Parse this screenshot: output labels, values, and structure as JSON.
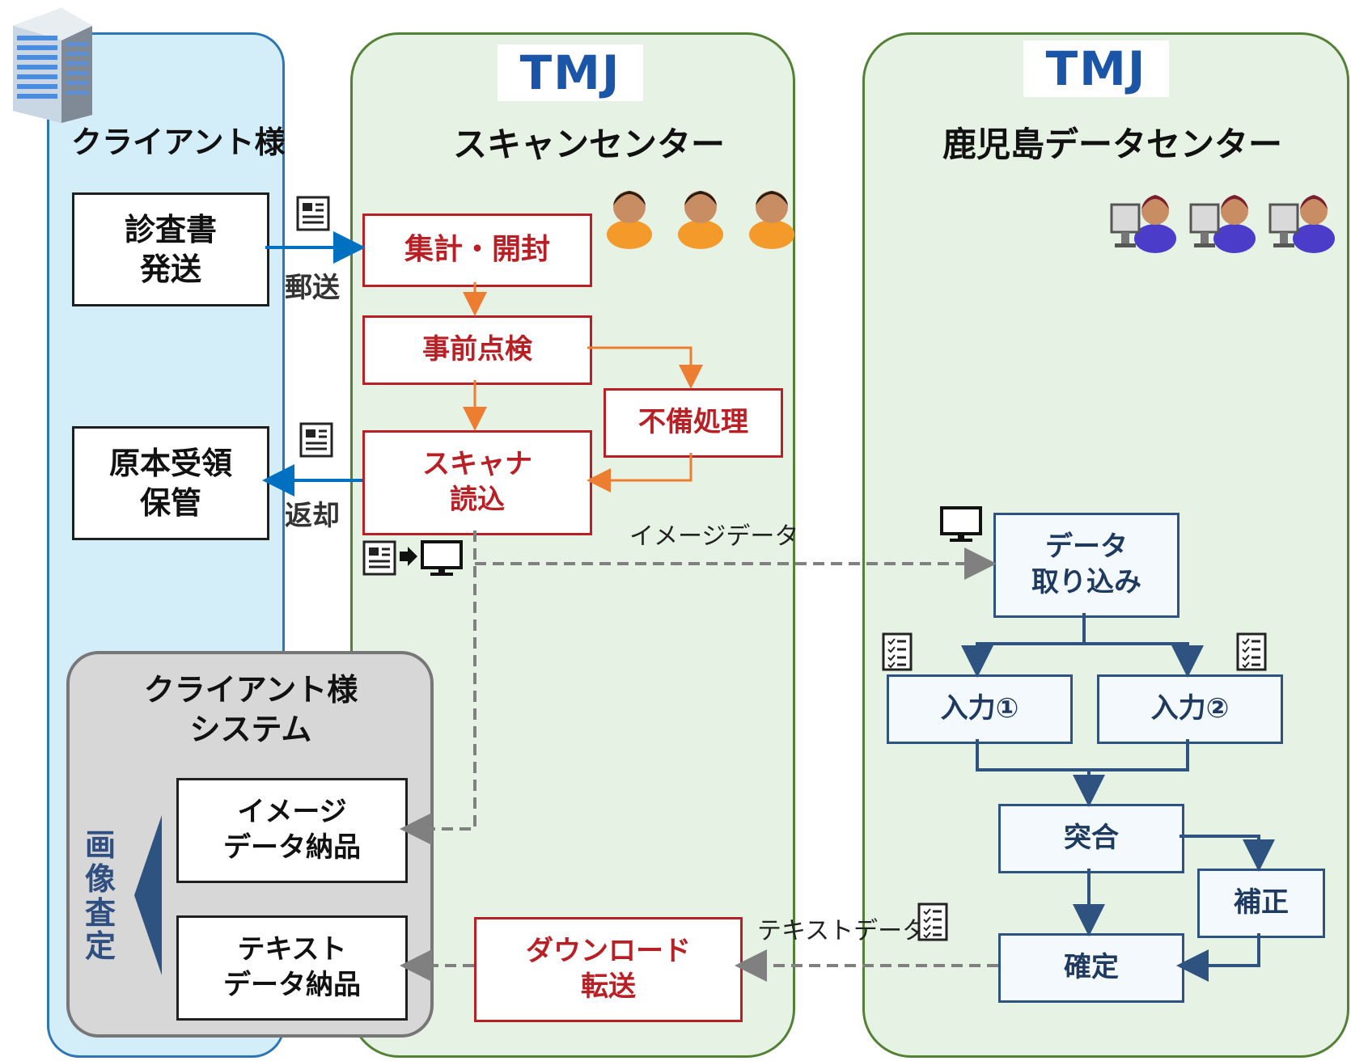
{
  "columns": {
    "client": {
      "title": "クライアント様"
    },
    "scan": {
      "title": "スキャンセンター",
      "logo": "TMJ"
    },
    "kago": {
      "title": "鹿児島データセンター",
      "logo": "TMJ"
    }
  },
  "client_boxes": {
    "send": "診査書\n発送",
    "receive": "原本受領\n保管"
  },
  "scan_boxes": {
    "count_open": "集計・開封",
    "precheck": "事前点検",
    "defect": "不備処理",
    "scanner": "スキャナ\n読込",
    "download": "ダウンロード\n転送"
  },
  "kago_boxes": {
    "import": "データ\n取り込み",
    "input1": "入力①",
    "input2": "入力②",
    "match": "突合",
    "correct": "補正",
    "confirm": "確定"
  },
  "edge_labels": {
    "mail": "郵送",
    "return": "返却",
    "image_data": "イメージデータ",
    "text_data": "テキストデータ"
  },
  "system": {
    "title": "クライアント様\nシステム",
    "image_delivery": "イメージ\nデータ納品",
    "text_delivery": "テキスト\nデータ納品",
    "side_label": "画\n像\n査\n定"
  },
  "icons": [
    "building-icon",
    "document-icon",
    "monitor-icon",
    "checklist-icon",
    "operator-icon",
    "pc-operator-icon"
  ],
  "colors": {
    "client_bg": "#d3eef9",
    "center_bg": "#e6f2e4",
    "red": "#b92025",
    "orange_arrow": "#ed7d31",
    "blue_arrow": "#0070c0",
    "navy": "#2f5380",
    "dash_gray": "#808080"
  }
}
